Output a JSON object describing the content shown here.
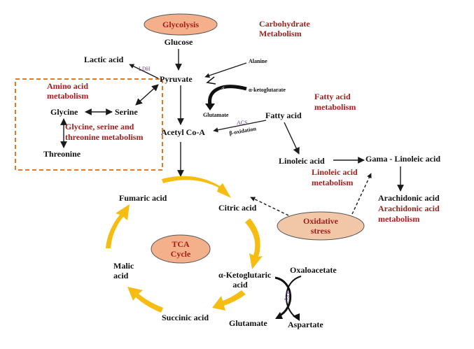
{
  "nodes": {
    "glycolysis": "Glycolysis",
    "glucose": "Glucose",
    "pyruvate": "Pyruvate",
    "lactic_acid": "Lactic acid",
    "alanine": "Alanine",
    "a_ketoglutarate": "α-ketoglutarate",
    "glutamate_top": "Glutamate",
    "fatty_acid": "Fatty acid",
    "acetyl_coa": "Acetyl Co-A",
    "glycine": "Glycine",
    "serine": "Serine",
    "threonine": "Threonine",
    "linoleic_acid": "Linoleic acid",
    "gama_linoleic_acid": "Gama - Linoleic acid",
    "arachidonic_acid": "Arachidonic acid",
    "fumaric_acid": "Fumaric acid",
    "citric_acid": "Citric acid",
    "oxidative_stress_1": "Oxidative",
    "oxidative_stress_2": "stress",
    "tca_1": "TCA",
    "tca_2": "Cycle",
    "malic_acid_1": "Malic",
    "malic_acid_2": "acid",
    "a_ketoglutaric_1": "α-Ketoglutaric",
    "a_ketoglutaric_2": "acid",
    "oxaloacetate": "Oxaloacetate",
    "succinic_acid": "Succinic acid",
    "glutamate_bottom": "Glutamate",
    "aspartate": "Aspartate"
  },
  "pathways": {
    "carbohydrate_1": "Carbohydrate",
    "carbohydrate_2": "Metabolism",
    "amino_acid_1": "Amino acid",
    "amino_acid_2": "metabolism",
    "gst_1": "Glycine, serine and",
    "gst_2": "threonine metabolism",
    "fatty_acid_1": "Fatty acid",
    "fatty_acid_2": "metabolism",
    "linoleic_1": "Linoleic acid",
    "linoleic_2": "metabolism",
    "arachidonic_1": "Arachidonic acid",
    "arachidonic_2": "metabolism"
  },
  "enzymes": {
    "ldh": "LDH",
    "alt": "ALT",
    "acs": "ACS",
    "beta_oxidation": "β-oxidation",
    "ast": "AST"
  },
  "colors": {
    "label_red": "#a3201f",
    "ellipse_fill": "#f3b08a",
    "oxidative_fill": "#f2c7a8",
    "dashed_box": "#e07b2a",
    "tca_arrow": "#f5bd12",
    "enzyme_text": "#6a3d8a"
  }
}
